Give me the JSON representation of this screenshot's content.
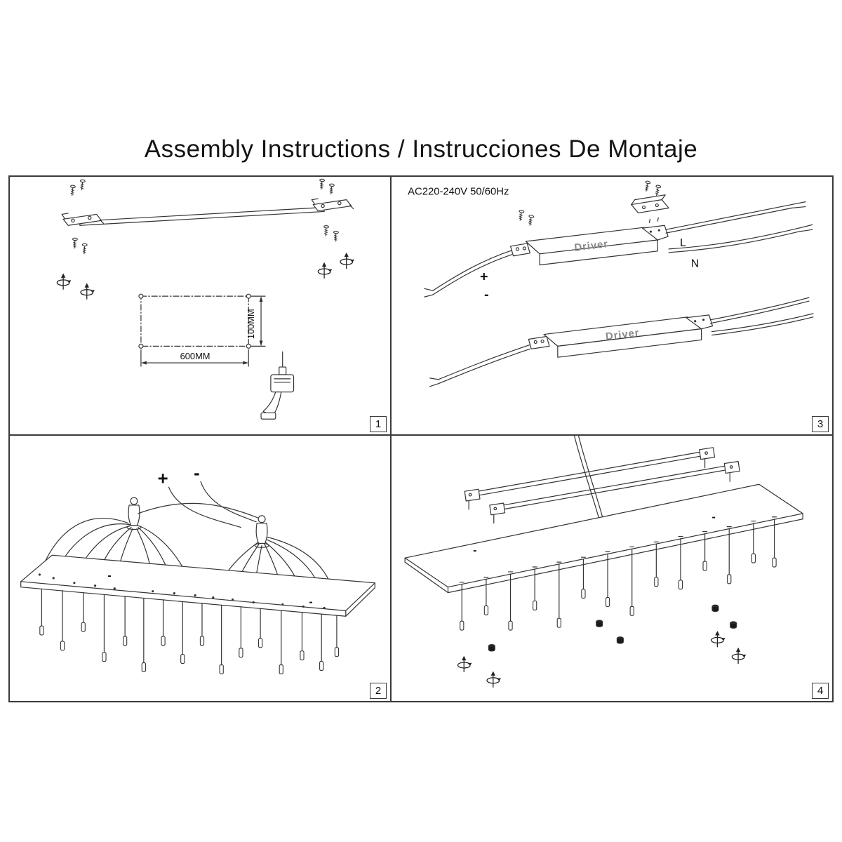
{
  "title": "Assembly Instructions / Instrucciones De Montaje",
  "panels": {
    "step1": {
      "number": "1",
      "width_label": "600MM",
      "height_label": "100MM"
    },
    "step2": {
      "number": "2",
      "plus": "+",
      "minus": "-"
    },
    "step3": {
      "number": "3",
      "power_spec": "AC220-240V 50/60Hz",
      "driver_top": "Driver",
      "driver_bottom": "Driver",
      "plus": "+",
      "minus": "-",
      "live": "L",
      "neutral": "N"
    },
    "step4": {
      "number": "4",
      "minus": "-"
    }
  }
}
